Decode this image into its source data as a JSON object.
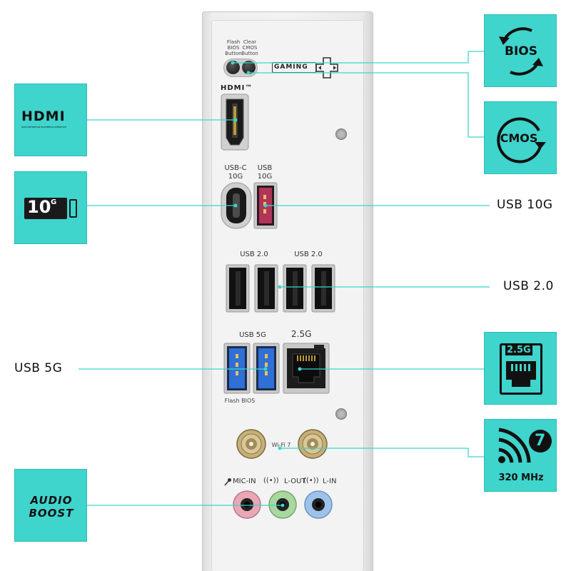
{
  "callouts": {
    "usb10g": "USB 10G",
    "usb20": "USB 2.0",
    "usb5g": "USB 5G"
  },
  "badges": {
    "hdmi_logo": "HDMI",
    "hdmi_sub": "HIGH-DEFINITION MULTIMEDIA INTERFACE",
    "ten_g_big": "10",
    "ten_g_sup": "G",
    "bios": "BIOS",
    "cmos": "CMOS",
    "lan_speed": "2.5G",
    "wifi_num": "7",
    "wifi_band": "320 MHz",
    "audio_line1": "AUDIO",
    "audio_line2": "BOOST"
  },
  "panel": {
    "flash_bios_button": [
      "Flash",
      "BIOS",
      "Button"
    ],
    "clear_cmos_button": [
      "Clear",
      "CMOS",
      "Button"
    ],
    "gaming": "GAMING",
    "hdmi_label": "HDMI™",
    "usbc_label": [
      "USB-C",
      "10G"
    ],
    "usb10g_label": [
      "USB",
      "10G"
    ],
    "usb20_left": "USB 2.0",
    "usb20_right": "USB 2.0",
    "usb5g_label": "USB 5G",
    "lan_label": "2.5G",
    "flash_bios_port": "Flash BIOS",
    "wifi_label": "Wi-Fi 7",
    "mic_in": "MIC-IN",
    "l_out": "L-OUT",
    "l_in": "L-IN"
  },
  "colors": {
    "accent": "#3fd4cc",
    "usb10g_port": "#b2345a",
    "usb5g_port": "#2f6fd6",
    "mic_jack": "#e9a7b6",
    "lout_jack": "#a8d8a0",
    "lin_jack": "#9ec3ea"
  }
}
